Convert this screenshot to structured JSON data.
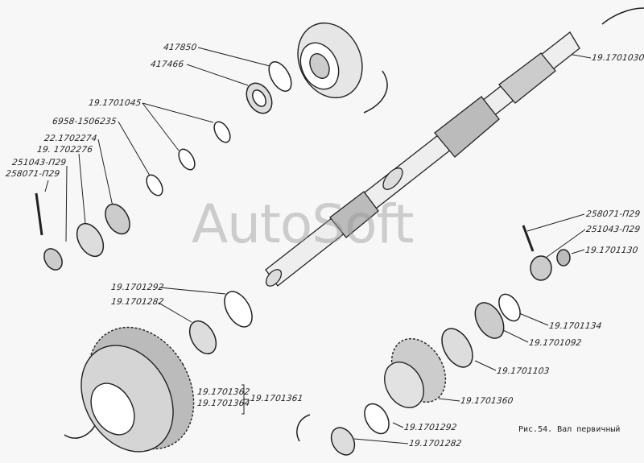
{
  "figure": {
    "caption": "Рис.54. Вал первичный",
    "watermark": "AutoSoft",
    "labels": {
      "l417850": "417850",
      "l417466": "417466",
      "l1045": "19.1701045",
      "l6958": "6958-1506235",
      "l2274": "22.1702274",
      "l2276": "19. 1702276",
      "l251043_left": "251043-П29",
      "l258071_left": "258071-П29",
      "l1030": "19.1701030",
      "l258071_right": "258071-П29",
      "l251043_right": "251043-П29",
      "l1130": "19.1701130",
      "l1134": "19.1701134",
      "l1092": "19.1701092",
      "l1103": "19.1701103",
      "l1360": "19.1701360",
      "l1292_right": "19.1701292",
      "l1282_right": "19.1701282",
      "l1292_left": "19.1701292",
      "l1282_left": "19.1701282",
      "l1362": "19.1701362",
      "l1364": "19.1701364",
      "l1361": "19.1701361"
    }
  }
}
